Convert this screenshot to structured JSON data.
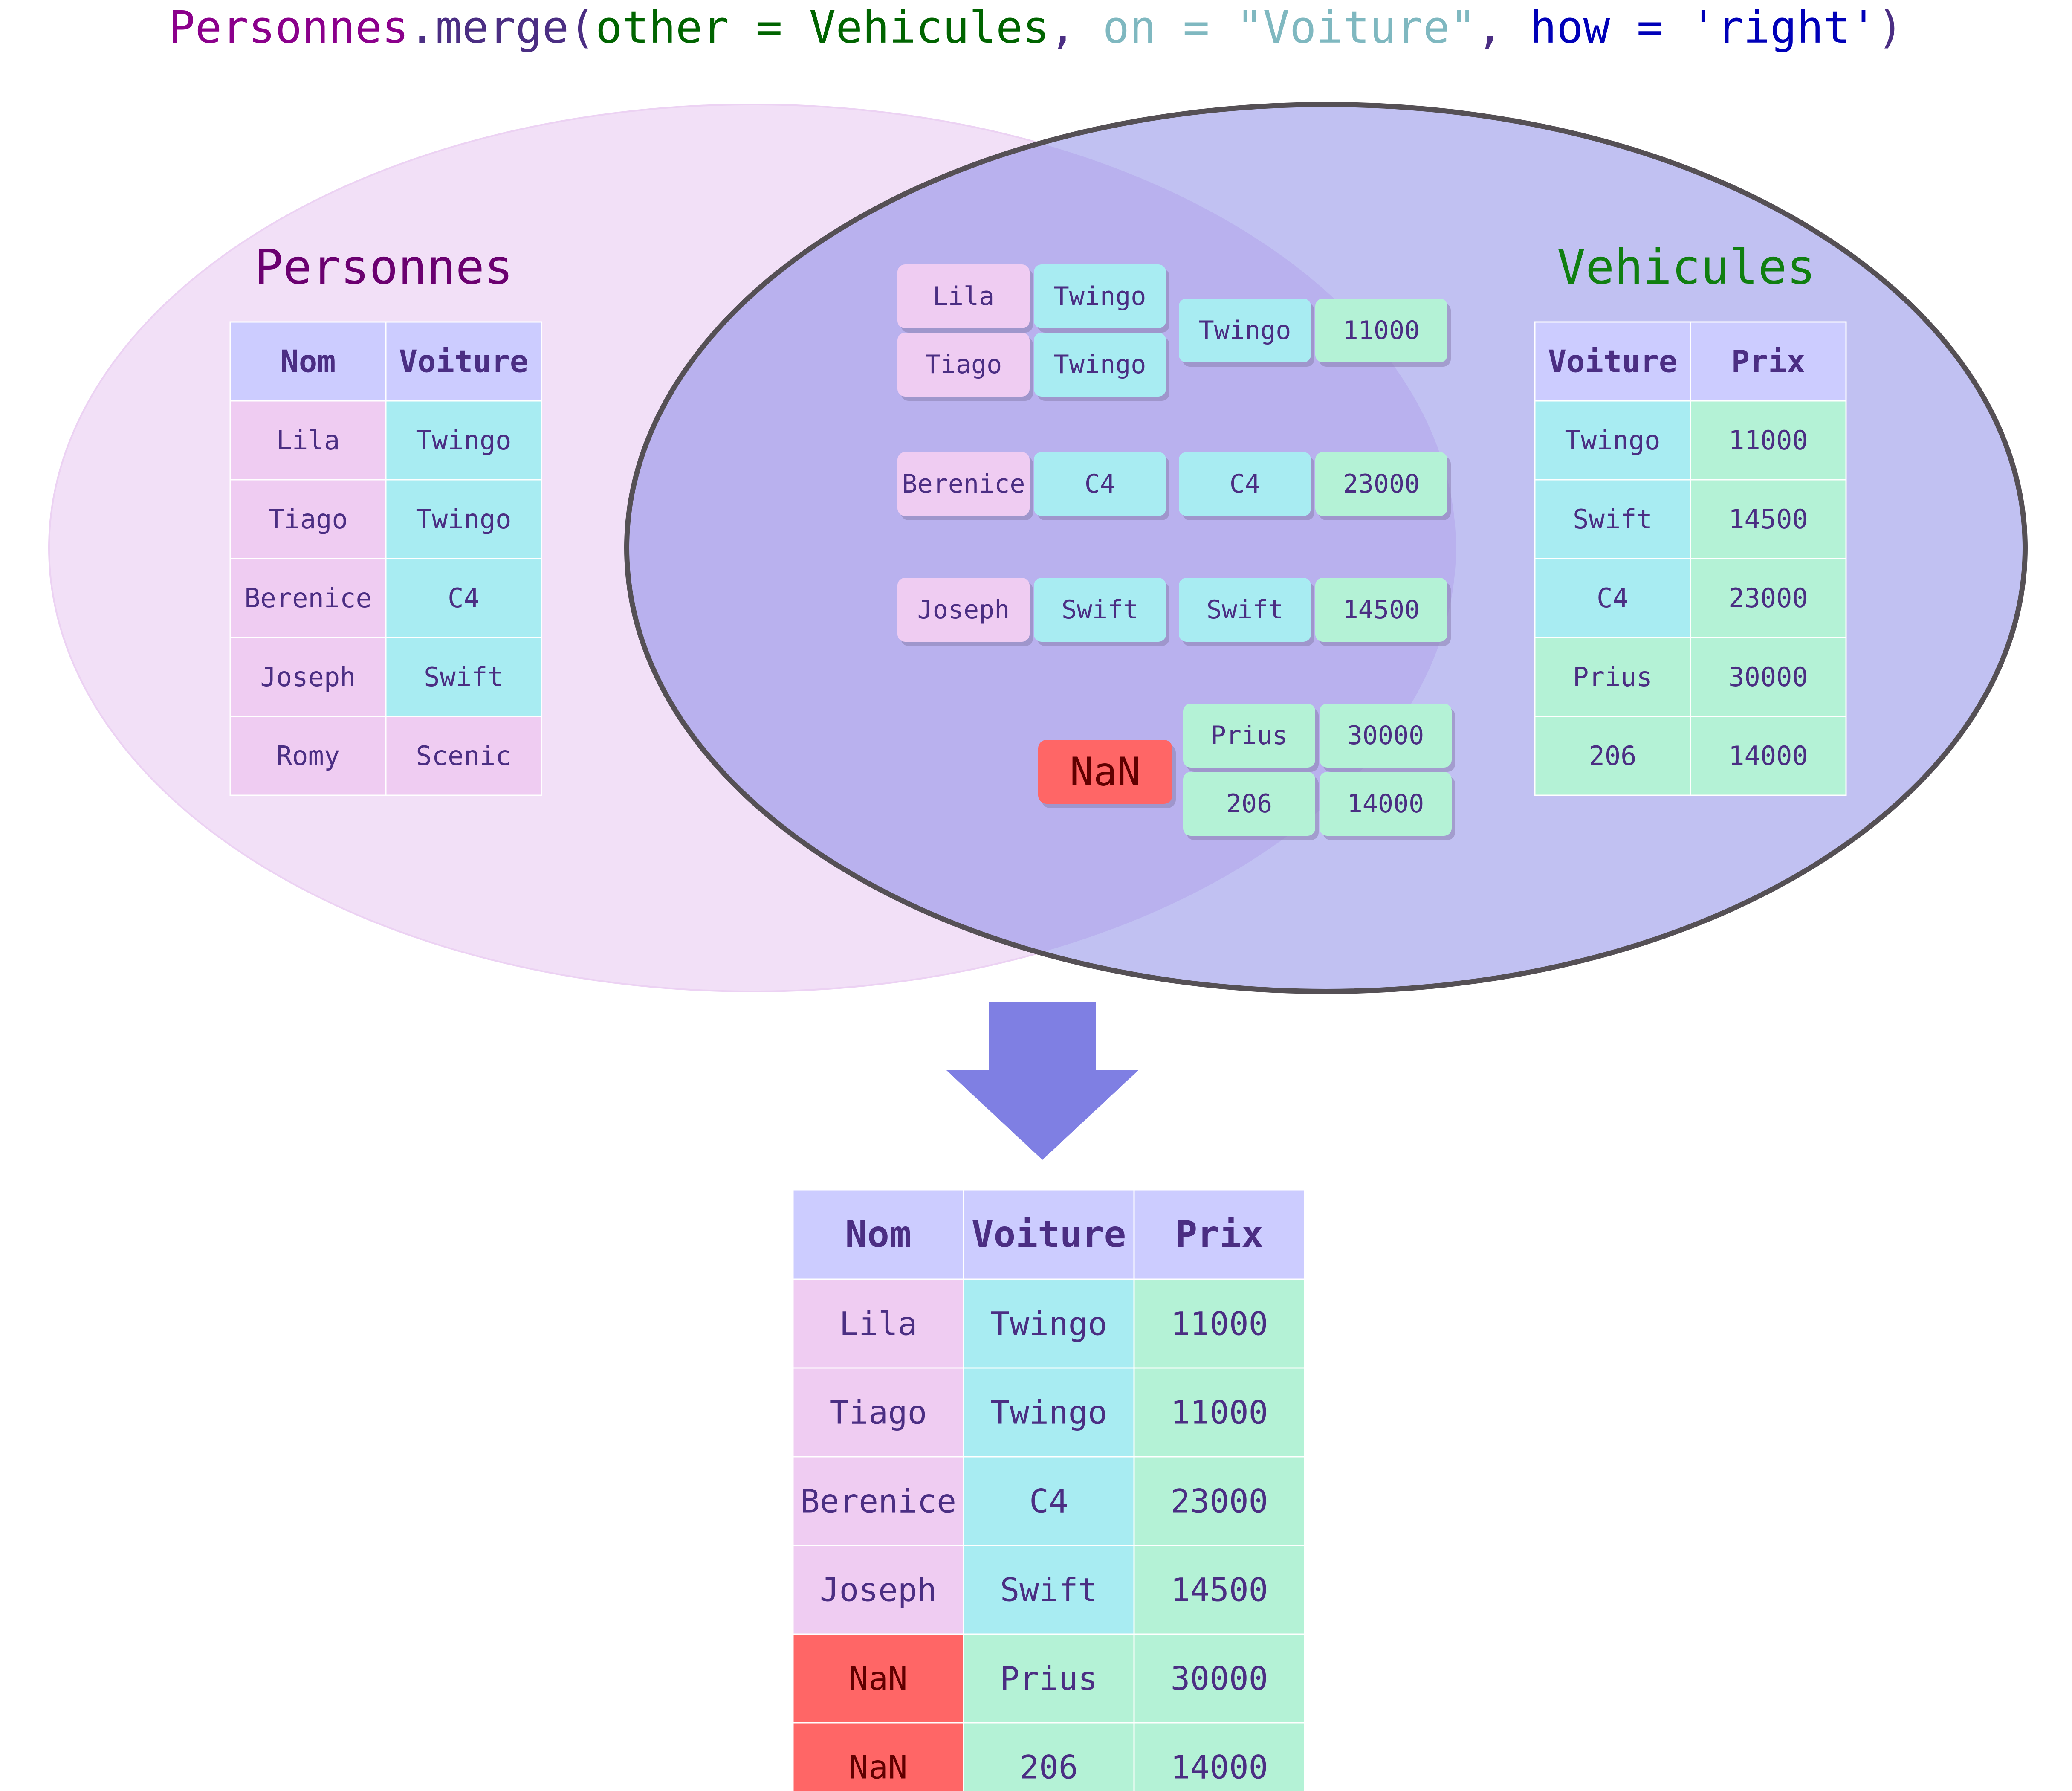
{
  "code": {
    "obj": "Personnes",
    "dot": ".",
    "method": "merge",
    "open": "(",
    "other_kw": "other = ",
    "other_val": "Vehicules",
    "comma1": ", ",
    "on_kw": "on = ",
    "on_val": "\"Voiture\"",
    "comma2": ", ",
    "how_kw": "how = ",
    "how_val": "'right'",
    "close": ")"
  },
  "colors": {
    "purple_code": "#8b008b",
    "method": "#4b2e83",
    "green_code": "#006400",
    "on_color": "#7fb8c0",
    "how_color": "#0000b8",
    "left_ellipse": "#f2e0f7",
    "right_ellipse": "#c1c1f2",
    "overlap": "#b9b1ee",
    "header": "#ccccff",
    "pink": "#efccf2",
    "cyan": "#a8ecf2",
    "mint": "#b4f2d6",
    "nan": "#ff6666",
    "arrow": "#7f7fe3",
    "text": "#4b2e83"
  },
  "personnes": {
    "title": "Personnes",
    "headers": [
      "Nom",
      "Voiture"
    ],
    "rows": [
      [
        "Lila",
        "Twingo"
      ],
      [
        "Tiago",
        "Twingo"
      ],
      [
        "Berenice",
        "C4"
      ],
      [
        "Joseph",
        "Swift"
      ],
      [
        "Romy",
        "Scenic"
      ]
    ]
  },
  "vehicules": {
    "title": "Vehicules",
    "headers": [
      "Voiture",
      "Prix"
    ],
    "rows": [
      [
        "Twingo",
        "11000"
      ],
      [
        "Swift",
        "14500"
      ],
      [
        "C4",
        "23000"
      ],
      [
        "Prius",
        "30000"
      ],
      [
        "206",
        "14000"
      ]
    ]
  },
  "matches": {
    "left_pairs": [
      [
        "Lila",
        "Twingo"
      ],
      [
        "Tiago",
        "Twingo"
      ],
      [
        "Berenice",
        "C4"
      ],
      [
        "Joseph",
        "Swift"
      ]
    ],
    "right_pairs": [
      [
        "Twingo",
        "11000"
      ],
      [
        "C4",
        "23000"
      ],
      [
        "Swift",
        "14500"
      ],
      [
        "Prius",
        "30000"
      ],
      [
        "206",
        "14000"
      ]
    ],
    "nan_label": "NaN"
  },
  "result": {
    "headers": [
      "Nom",
      "Voiture",
      "Prix"
    ],
    "rows": [
      [
        "Lila",
        "Twingo",
        "11000"
      ],
      [
        "Tiago",
        "Twingo",
        "11000"
      ],
      [
        "Berenice",
        "C4",
        "23000"
      ],
      [
        "Joseph",
        "Swift",
        "14500"
      ],
      [
        "NaN",
        "Prius",
        "30000"
      ],
      [
        "NaN",
        "206",
        "14000"
      ]
    ]
  }
}
